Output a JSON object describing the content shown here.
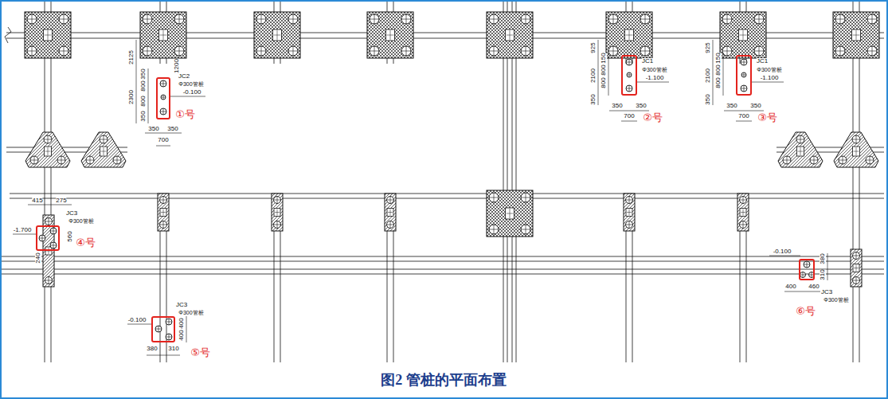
{
  "diagram": {
    "caption": "图2 管桩的平面布置",
    "nodes": [
      {
        "text": [
          "①号"
        ]
      },
      {
        "text": [
          "②号"
        ]
      },
      {
        "text": [
          "③号"
        ]
      },
      {
        "text": [
          "④号"
        ]
      },
      {
        "text": [
          "⑤号"
        ]
      },
      {
        "text": [
          "⑥号"
        ]
      }
    ],
    "labels": [
      "2125",
      "350",
      "2300",
      "800",
      "800",
      "350",
      "1200",
      "JC2",
      "Φ300管桩",
      "-0.100",
      "350",
      "350",
      "700",
      "925",
      "150",
      "2100",
      "800",
      "800",
      "350",
      "JC1",
      "Φ300管桩",
      "-1.100",
      "350",
      "350",
      "700",
      "925",
      "150",
      "2100",
      "800",
      "800",
      "350",
      "JC1",
      "Φ300管桩",
      "-1.100",
      "350",
      "350",
      "700",
      "415",
      "275",
      "JC3",
      "Φ300管桩",
      "-1.700",
      "560",
      "240",
      "JC3",
      "Φ300管桩",
      "-0.100",
      "400",
      "400",
      "380",
      "310",
      "-0.100",
      "380",
      "310",
      "400",
      "460",
      "JC3",
      "Φ300管桩"
    ]
  }
}
